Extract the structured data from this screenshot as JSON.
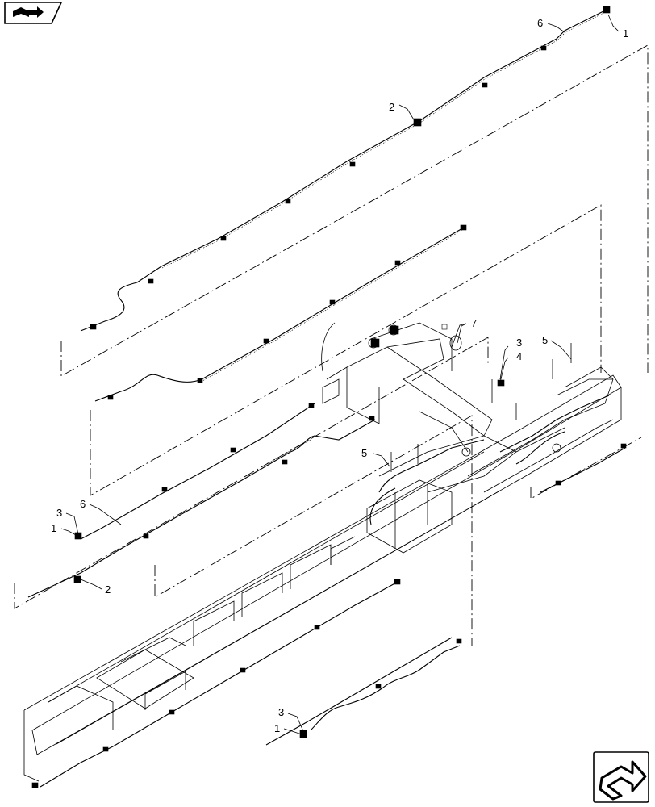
{
  "diagram": {
    "callouts": [
      {
        "id": "c1a",
        "label": "1"
      },
      {
        "id": "c6a",
        "label": "6"
      },
      {
        "id": "c2a",
        "label": "2"
      },
      {
        "id": "c7",
        "label": "7"
      },
      {
        "id": "c3a",
        "label": "3"
      },
      {
        "id": "c4",
        "label": "4"
      },
      {
        "id": "c5a",
        "label": "5"
      },
      {
        "id": "c5b",
        "label": "5"
      },
      {
        "id": "c3b",
        "label": "3"
      },
      {
        "id": "c6b",
        "label": "6"
      },
      {
        "id": "c1b",
        "label": "1"
      },
      {
        "id": "c2b",
        "label": "2"
      },
      {
        "id": "c3c",
        "label": "3"
      },
      {
        "id": "c1c",
        "label": "1"
      }
    ]
  },
  "nav": {
    "top_left": {
      "icon": "book-arrow-icon"
    },
    "bottom_right": {
      "icon": "next-page-arrow-icon"
    }
  }
}
